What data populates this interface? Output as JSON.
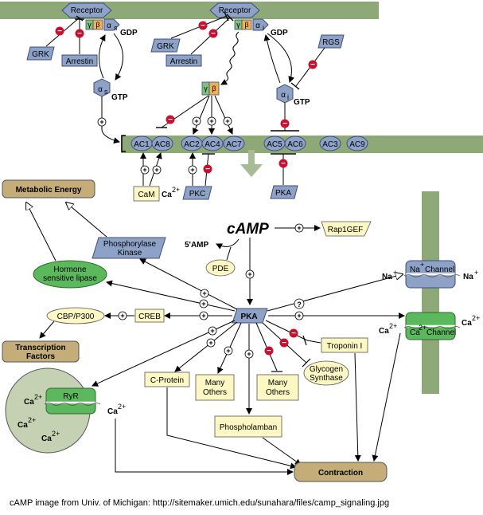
{
  "labels": {
    "receptor_left": "Receptor",
    "receptor_right": "Receptor",
    "gamma": "γ",
    "beta": "β",
    "alpha_s": "α",
    "alpha_s_sub": "s",
    "alpha_i": "α",
    "alpha_i_sub": "i",
    "gdp_left": "GDP",
    "gdp_right": "GDP",
    "gtp_left": "GTP",
    "gtp_right": "GTP",
    "grk_left": "GRK",
    "grk_right": "GRK",
    "arrestin_left": "Arrestin",
    "arrestin_right": "Arrestin",
    "rgs": "RGS",
    "ac1": "AC1",
    "ac8": "AC8",
    "ac2": "AC2",
    "ac4": "AC4",
    "ac7": "AC7",
    "ac5": "AC5",
    "ac6": "AC6",
    "ac3": "AC3",
    "ac9": "AC9",
    "cam": "CaM",
    "ca2": "Ca",
    "ca_sup": "2+",
    "pkc": "PKC",
    "pka_top": "PKA",
    "metabolic_energy": "Metabolic  Energy",
    "phosphorylase_line1": "Phosphorylase",
    "phosphorylase_line2": "Kinase",
    "camp": "cAMP",
    "five_amp": "5'AMP",
    "pde": "PDE",
    "rap1gef": "Rap1GEF",
    "hormone_line1": "Hormone",
    "hormone_line2": "sensitive lipase",
    "na_channel": "Na",
    "na_plus": "+",
    "channel": "Channel",
    "na_left": "Na",
    "na_right": "Na",
    "ca_channel": "Ca",
    "ca_left": "Ca",
    "ca_right": "Ca",
    "cbp": "CBP/P300",
    "creb": "CREB",
    "pka_center": "PKA",
    "question": "?",
    "transcription_line1": "Transcription",
    "transcription_line2": "Factors",
    "troponin": "Troponin I",
    "glycogen_line1": "Glycogen",
    "glycogen_line2": "Synthase",
    "ryr": "RyR",
    "c_protein": "C-Protein",
    "many_others_line1": "Many",
    "many_others_line2": "Others",
    "phospholamban": "Phospholamban",
    "contraction": "Contraction",
    "plus_sign": "+",
    "minus_sign": "−"
  },
  "caption": "cAMP image from Univ. of Michigan: http://sitemaker.umich.edu/sunahara/files/camp_signaling.jpg",
  "colors": {
    "membrane": "#8fa878",
    "blue_shape": "#8ea2c8",
    "blue_edge": "#3d4f78",
    "yellow_box": "#fdf7c4",
    "tan_box": "#c4ad78",
    "green_ellipse": "#5cb85c",
    "red_inhibit": "#c8102e",
    "gamma_green": "#7ec17e",
    "beta_orange": "#f0b050",
    "circle_fill": "#c5d1b3"
  }
}
